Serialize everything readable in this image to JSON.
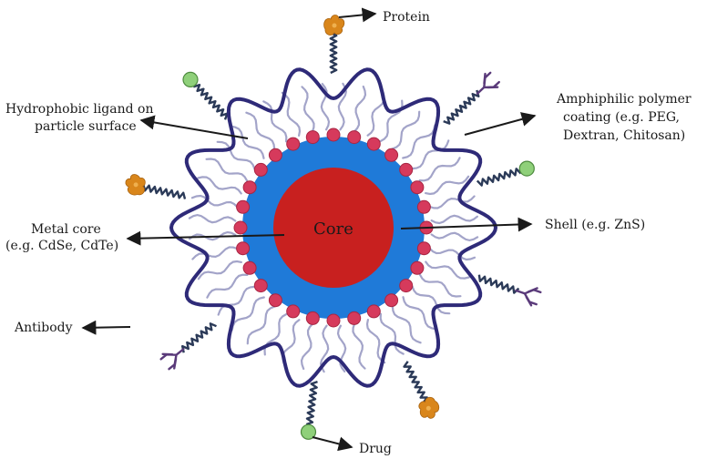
{
  "labels": {
    "protein": "Protein",
    "hydrophobic_line1": "Hydrophobic ligand on",
    "hydrophobic_line2": "particle surface",
    "amphiphilic_line1": "Amphiphilic polymer",
    "amphiphilic_line2": "coating (e.g. PEG,",
    "amphiphilic_line3": "Dextran, Chitosan)",
    "metal_line1": "Metal core",
    "metal_line2": "(e.g. CdSe, CdTe)",
    "core": "Core",
    "shell": "Shell (e.g. ZnS)",
    "antibody": "Antibody",
    "drug": "Drug"
  },
  "colors": {
    "core": "#c8201f",
    "shell": "#1f7ad8",
    "bead": "#d63a5c",
    "bead_stroke": "#a82643",
    "ligand": "#a3a4c9",
    "polymer": "#2e2a78",
    "tether": "#2b3a58",
    "drug": "#8fd07a",
    "protein": "#d9861b",
    "antibody": "#5a3a7a",
    "arrow": "#1a1a1a"
  },
  "icons": {
    "protein": "protein-icon",
    "antibody": "antibody-icon",
    "drug": "drug-sphere-icon"
  }
}
